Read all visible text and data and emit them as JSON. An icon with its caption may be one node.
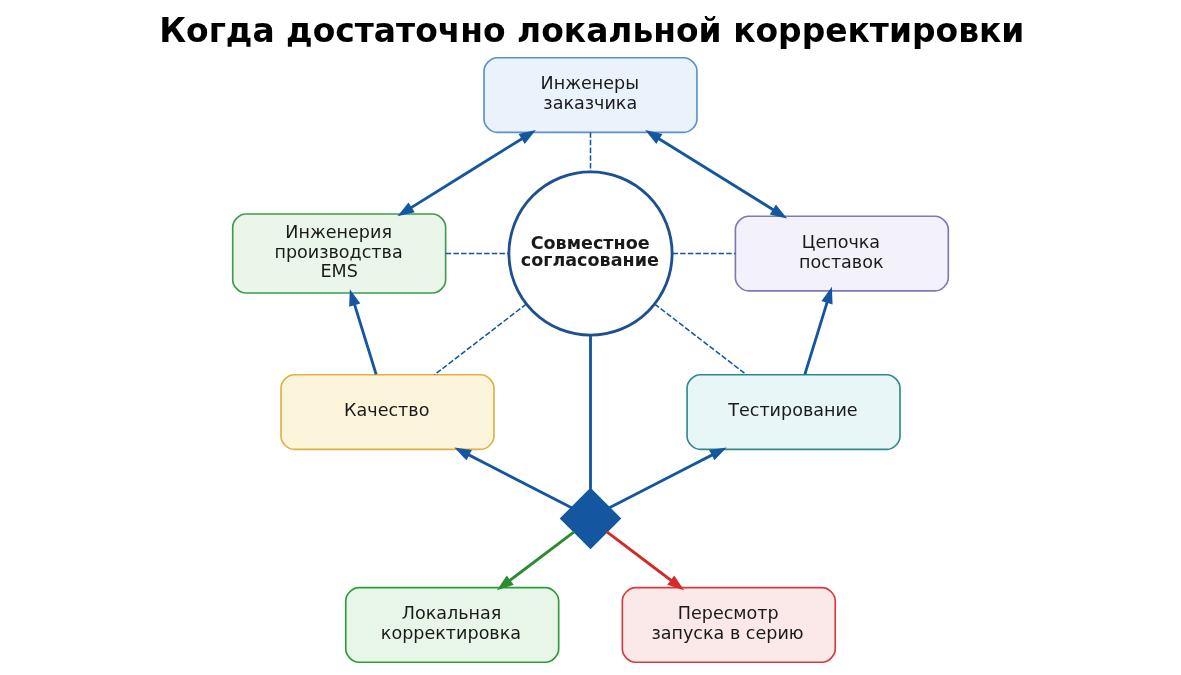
{
  "diagram": {
    "title": "Когда достаточно локальной корректировки",
    "nodes": [
      {
        "text": [
          "Инженеры заказчика"
        ]
      },
      {
        "text": [
          "Инженерия производства EMS"
        ]
      },
      {
        "text": [
          "Цепочка поставок"
        ]
      },
      {
        "text": [
          "Совместное согласование"
        ]
      },
      {
        "text": [
          "Качество"
        ]
      },
      {
        "text": [
          "Тестирование"
        ]
      },
      {
        "text": [],
        "shape": "diamond"
      },
      {
        "text": [
          "Локальная корректировка"
        ]
      },
      {
        "text": [
          "Пересмотр запуска в серию"
        ]
      }
    ],
    "edges": [
      {
        "from": 0,
        "to": 1,
        "arrow": "both"
      },
      {
        "from": 0,
        "to": 2,
        "arrow": "both"
      },
      {
        "from": 0,
        "to": 3,
        "arrow": "none",
        "style": "dashed"
      },
      {
        "from": 1,
        "to": 3,
        "arrow": "none",
        "style": "dashed"
      },
      {
        "from": 3,
        "to": 2,
        "arrow": "none",
        "style": "dashed"
      },
      {
        "from": 4,
        "to": 1,
        "arrow": "to"
      },
      {
        "from": 5,
        "to": 2,
        "arrow": "to"
      },
      {
        "from": 3,
        "to": 4,
        "arrow": "none",
        "style": "dashed"
      },
      {
        "from": 3,
        "to": 6,
        "arrow": "none"
      },
      {
        "from": 3,
        "to": 5,
        "arrow": "none",
        "style": "dashed"
      },
      {
        "from": 6,
        "to": 4,
        "arrow": "to"
      },
      {
        "from": 6,
        "to": 5,
        "arrow": "to"
      },
      {
        "from": 6,
        "to": 7,
        "arrow": "to",
        "color": "#2e8b34"
      },
      {
        "from": 6,
        "to": 8,
        "arrow": "to",
        "color": "#d42a2a"
      }
    ]
  }
}
